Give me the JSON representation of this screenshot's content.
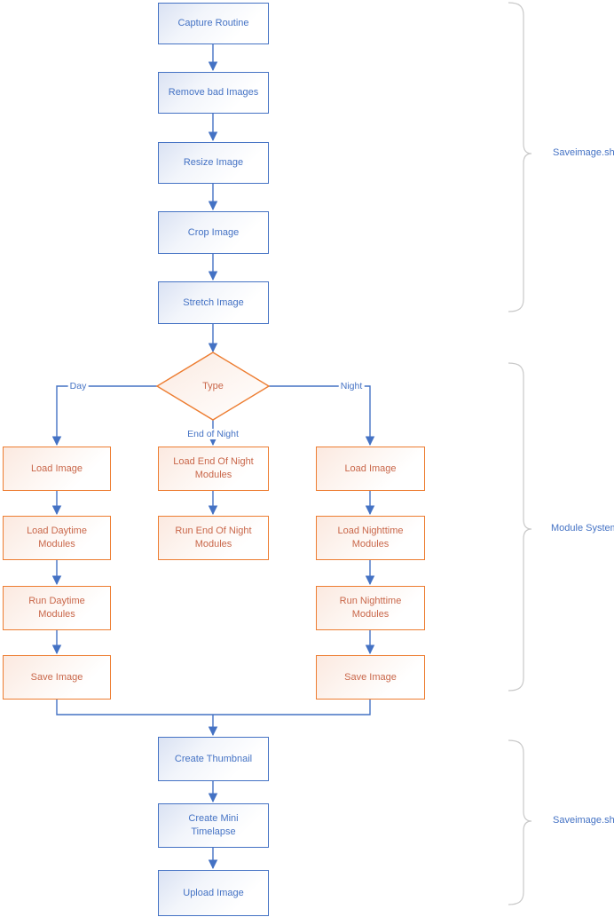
{
  "flowchart": {
    "nodes": {
      "capture_routine": "Capture Routine",
      "remove_bad_images": "Remove bad Images",
      "resize_image": "Resize Image",
      "crop_image": "Crop Image",
      "stretch_image": "Stretch Image",
      "type_decision": "Type",
      "load_image_day": "Load Image",
      "load_daytime_modules": "Load Daytime Modules",
      "run_daytime_modules": "Run Daytime Modules",
      "save_image_day": "Save Image",
      "load_end_of_night_modules": "Load End Of Night Modules",
      "run_end_of_night_modules": "Run End Of Night Modules",
      "load_image_night": "Load Image",
      "load_nighttime_modules": "Load Nighttime Modules",
      "run_nighttime_modules": "Run Nighttime Modules",
      "save_image_night": "Save Image",
      "create_thumbnail": "Create Thumbnail",
      "create_mini_timelapse": "Create Mini Timelapse",
      "upload_image": "Upload Image"
    },
    "edge_labels": {
      "day": "Day",
      "end_of_night": "End of Night",
      "night": "Night"
    },
    "brace_labels": {
      "top": "Saveimage.sh",
      "middle": "Module System",
      "bottom": "Saveimage.sh"
    },
    "colors": {
      "blue_accent": "#4472C4",
      "orange_accent": "#ED7D31",
      "orange_text": "#C9674A",
      "brace_gray": "#C9C9C9"
    }
  }
}
